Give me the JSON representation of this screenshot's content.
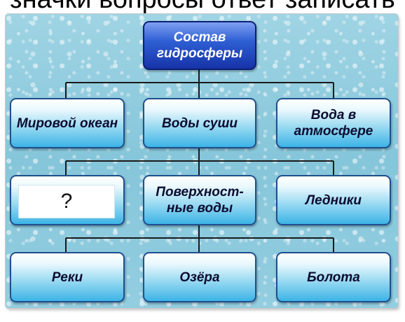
{
  "caption": "значки вопросы ответ записать",
  "nodes": {
    "root": "Состав гидросферы",
    "ocean": "Мировой океан",
    "land": "Воды суши",
    "atmosphere": "Вода в атмосфере",
    "unknown": "?",
    "surface": "Поверхност-ные воды",
    "glaciers": "Ледники",
    "rivers": "Реки",
    "lakes": "Озёра",
    "swamps": "Болота"
  }
}
